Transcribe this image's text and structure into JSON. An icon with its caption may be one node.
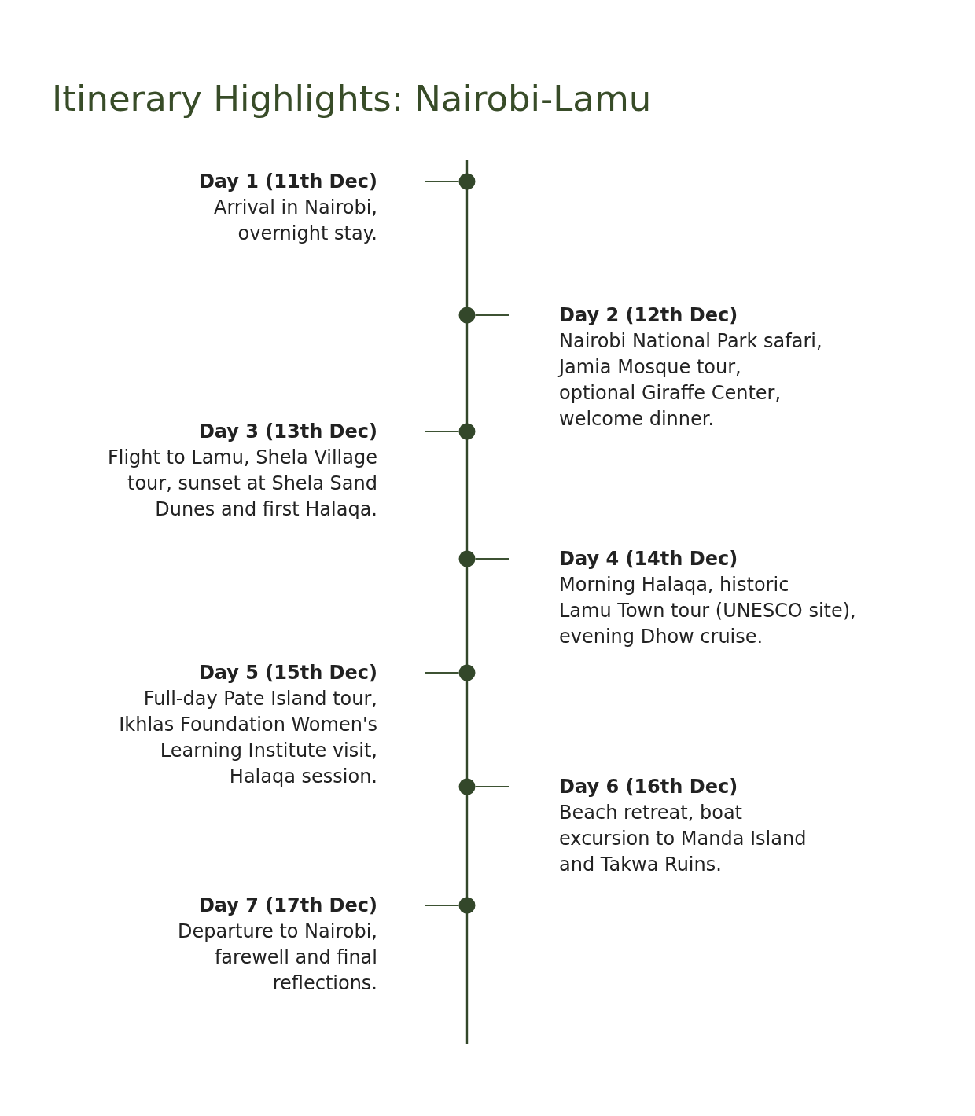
{
  "diagram": {
    "title": "Itinerary Highlights: Nairobi-Lamu",
    "nodes": [
      {
        "text": [
          "Day 1 (11th Dec)",
          "Arrival in Nairobi, overnight stay."
        ]
      },
      {
        "text": [
          "Day 2 (12th Dec)",
          "Nairobi National Park safari, Jamia Mosque tour, optional Giraffe Center, welcome dinner."
        ]
      },
      {
        "text": [
          "Day 3 (13th Dec)",
          "Flight to Lamu, Shela Village tour, sunset at Shela Sand Dunes and first Halaqa."
        ]
      },
      {
        "text": [
          "Day 4 (14th Dec)",
          "Morning Halaqa, historic Lamu Town tour (UNESCO site), evening Dhow cruise."
        ]
      },
      {
        "text": [
          "Day 5 (15th Dec)",
          "Full-day Pate Island tour, Ikhlas Foundation Women's Learning Institute visit, Halaqa session."
        ]
      },
      {
        "text": [
          "Day 6 (16th Dec)",
          "Beach retreat, boat excursion to Manda Island and Takwa Ruins."
        ]
      },
      {
        "text": [
          "Day 7 (17th Dec)",
          "Departure to Nairobi, farewell and final reflections."
        ]
      }
    ]
  }
}
